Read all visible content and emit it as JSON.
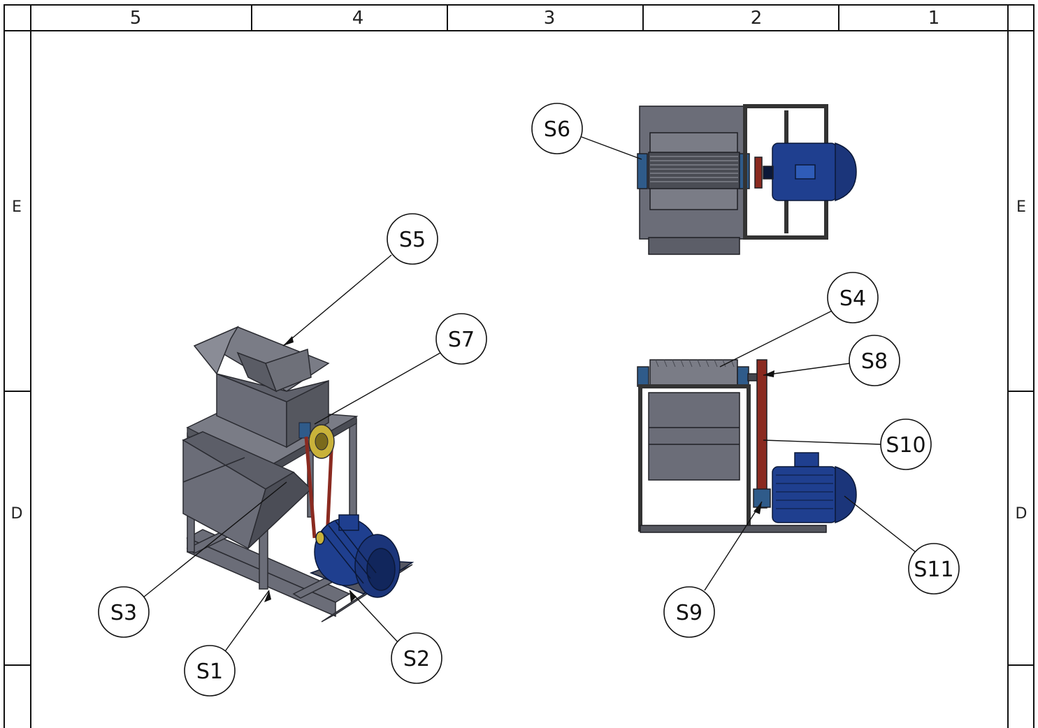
{
  "sheet": {
    "column_zones": [
      "5",
      "4",
      "3",
      "2",
      "1"
    ],
    "row_zones_left": [
      "E",
      "D"
    ],
    "row_zones_right": [
      "E",
      "D"
    ]
  },
  "balloons": {
    "s1": "S1",
    "s2": "S2",
    "s3": "S3",
    "s4": "S4",
    "s5": "S5",
    "s6": "S6",
    "s7": "S7",
    "s8": "S8",
    "s9": "S9",
    "s10": "S10",
    "s11": "S11"
  },
  "colors": {
    "steel": "#6b6d78",
    "steel_dark": "#3e4049",
    "steel_light": "#8a8c96",
    "motor_blue": "#1f3f8f",
    "motor_dark": "#11265c",
    "belt_red": "#8a2a20",
    "pulley_yellow": "#c9b23a"
  }
}
